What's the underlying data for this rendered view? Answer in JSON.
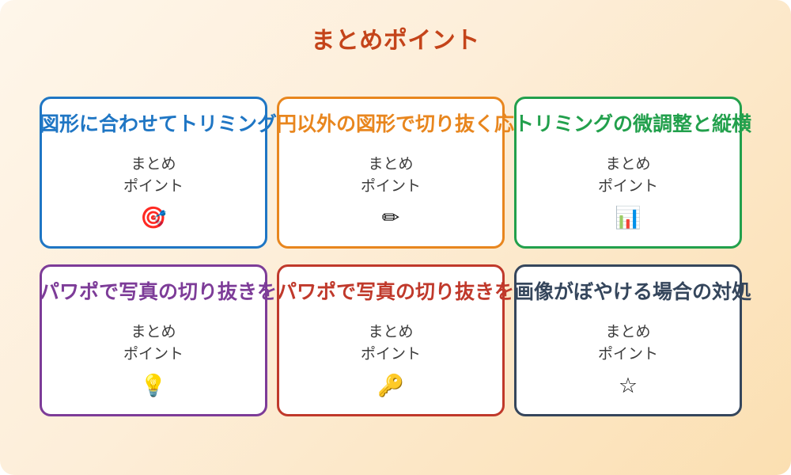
{
  "page": {
    "title": "まとめポイント",
    "title_color": "#C4441A",
    "background_start": "#FEF6EA",
    "background_end": "#FBDFB1"
  },
  "cards": [
    {
      "title": "図形に合わせてトリミング",
      "body": "まとめ\nポイント",
      "icon": "🎯",
      "icon_name": "target-icon",
      "color": "#1F76C4"
    },
    {
      "title": "円以外の図形で切り抜く応",
      "body": "まとめ\nポイント",
      "icon": "✏",
      "icon_name": "pencil-icon",
      "color": "#E8861E"
    },
    {
      "title": "トリミングの微調整と縦横",
      "body": "まとめ\nポイント",
      "icon": "📊",
      "icon_name": "bar-chart-icon",
      "color": "#22A04C"
    },
    {
      "title": "パワポで写真の切り抜きを",
      "body": "まとめ\nポイント",
      "icon": "💡",
      "icon_name": "lightbulb-icon",
      "color": "#7D3C98"
    },
    {
      "title": "パワポで写真の切り抜きを",
      "body": "まとめ\nポイント",
      "icon": "🔑",
      "icon_name": "key-icon",
      "color": "#C0392B"
    },
    {
      "title": "画像がぼやける場合の対処",
      "body": "まとめ\nポイント",
      "icon": "☆",
      "icon_name": "star-icon",
      "color": "#35465C"
    }
  ]
}
